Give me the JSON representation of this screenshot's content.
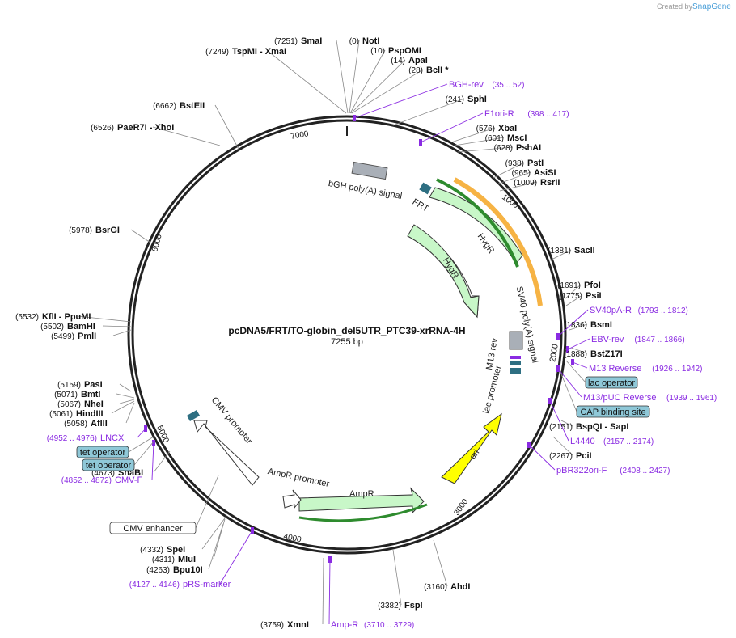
{
  "credit": {
    "created_by": "Created by",
    "brand": "SnapGene"
  },
  "plasmid": {
    "name": "pcDNA5/FRT/TO-globin_del5UTR_PTC39-xrRNA-4H",
    "size": "7255 bp"
  },
  "ruler_ticks": [
    "1000",
    "2000",
    "3000",
    "4000",
    "5000",
    "6000",
    "7000"
  ],
  "enzymes": [
    {
      "name": "SmaI",
      "pos": "(7251)"
    },
    {
      "name": "TspMI - XmaI",
      "pos": "(7249)"
    },
    {
      "name": "NotI",
      "pos": "(0)"
    },
    {
      "name": "PspOMI",
      "pos": "(10)"
    },
    {
      "name": "ApaI",
      "pos": "(14)"
    },
    {
      "name": "BclI *",
      "pos": "(28)"
    },
    {
      "name": "SphI",
      "pos": "(241)"
    },
    {
      "name": "XbaI",
      "pos": "(576)"
    },
    {
      "name": "MscI",
      "pos": "(601)"
    },
    {
      "name": "PshAI",
      "pos": "(628)"
    },
    {
      "name": "PstI",
      "pos": "(938)"
    },
    {
      "name": "AsiSI",
      "pos": "(965)"
    },
    {
      "name": "RsrII",
      "pos": "(1009)"
    },
    {
      "name": "SacII",
      "pos": "(1381)"
    },
    {
      "name": "PfoI",
      "pos": "(1691)"
    },
    {
      "name": "PsiI",
      "pos": "(1775)"
    },
    {
      "name": "BsmI",
      "pos": "(1836)"
    },
    {
      "name": "BstZ17I",
      "pos": "(1888)"
    },
    {
      "name": "BspQI - SapI",
      "pos": "(2151)"
    },
    {
      "name": "PciI",
      "pos": "(2267)"
    },
    {
      "name": "AhdI",
      "pos": "(3160)"
    },
    {
      "name": "FspI",
      "pos": "(3382)"
    },
    {
      "name": "XmnI",
      "pos": "(3759)"
    },
    {
      "name": "Bpu10I",
      "pos": "(4263)"
    },
    {
      "name": "MluI",
      "pos": "(4311)"
    },
    {
      "name": "SpeI",
      "pos": "(4332)"
    },
    {
      "name": "SnaBI",
      "pos": "(4673)"
    },
    {
      "name": "AflII",
      "pos": "(5058)"
    },
    {
      "name": "HindIII",
      "pos": "(5061)"
    },
    {
      "name": "NheI",
      "pos": "(5067)"
    },
    {
      "name": "BmtI",
      "pos": "(5071)"
    },
    {
      "name": "PasI",
      "pos": "(5159)"
    },
    {
      "name": "PmlI",
      "pos": "(5499)"
    },
    {
      "name": "BamHI",
      "pos": "(5502)"
    },
    {
      "name": "KflI - PpuMI",
      "pos": "(5532)"
    },
    {
      "name": "BsrGI",
      "pos": "(5978)"
    },
    {
      "name": "PaeR7I - XhoI",
      "pos": "(6526)"
    },
    {
      "name": "BstEII",
      "pos": "(6662)"
    }
  ],
  "primers": [
    {
      "name": "BGH-rev",
      "pos": "(35 .. 52)"
    },
    {
      "name": "F1ori-R",
      "pos": "(398 .. 417)"
    },
    {
      "name": "SV40pA-R",
      "pos": "(1793 .. 1812)"
    },
    {
      "name": "EBV-rev",
      "pos": "(1847 .. 1866)"
    },
    {
      "name": "M13 Reverse",
      "pos": "(1926 .. 1942)"
    },
    {
      "name": "M13/pUC Reverse",
      "pos": "(1939 .. 1961)"
    },
    {
      "name": "L4440",
      "pos": "(2157 .. 2174)"
    },
    {
      "name": "pBR322ori-F",
      "pos": "(2408 .. 2427)"
    },
    {
      "name": "Amp-R",
      "pos": "(3710 .. 3729)"
    },
    {
      "name": "pRS-marker",
      "pos": "(4127 .. 4146)"
    },
    {
      "name": "CMV-F",
      "pos": "(4852 .. 4872)"
    },
    {
      "name": "LNCX",
      "pos": "(4952 .. 4976)"
    }
  ],
  "boxed_features": [
    "lac operator",
    "CAP binding site",
    "tet operator",
    "tet operator",
    "CMV enhancer"
  ],
  "features": {
    "bgh": "bGH poly(A) signal",
    "frt": "FRT",
    "hygr1": "HygR",
    "hygr2": "HygR",
    "sv40": "SV40 poly(A) signal",
    "m13rev": "M13 rev",
    "lacprom": "lac promoter",
    "ori": "ori",
    "ampr": "AmpR",
    "ampprom": "AmpR promoter",
    "cmvprom": "CMV promoter"
  },
  "colors": {
    "backbone": "#222222",
    "primer": "#8a2be2",
    "hygr": "#c8f7c8",
    "ori": "#ffff00",
    "orf": "#f5a623",
    "gray": "#a9afb7",
    "teal": "#2e6f82",
    "box": "#8fc8d8"
  }
}
